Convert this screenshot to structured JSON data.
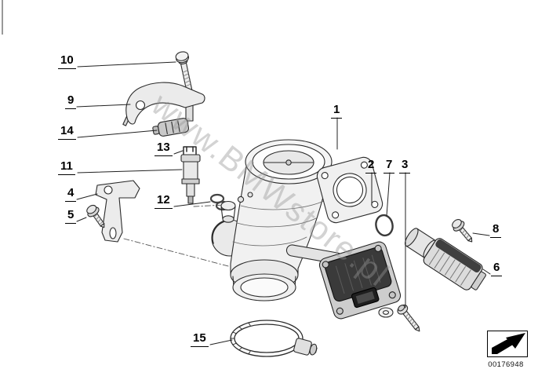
{
  "watermark": "www.BMWstore.pl",
  "callouts": {
    "n1": "1",
    "n2": "2",
    "n3": "3",
    "n4": "4",
    "n5": "5",
    "n6": "6",
    "n7": "7",
    "n8": "8",
    "n9": "9",
    "n10": "10",
    "n11": "11",
    "n12": "12",
    "n13": "13",
    "n14": "14",
    "n15": "15"
  },
  "footer": {
    "doc_number": "00176948",
    "direction_arrow_icon": "arrow-up-right"
  },
  "colors": {
    "background": "#ffffff",
    "line": "#2b2b2b",
    "watermark": "#969696"
  }
}
